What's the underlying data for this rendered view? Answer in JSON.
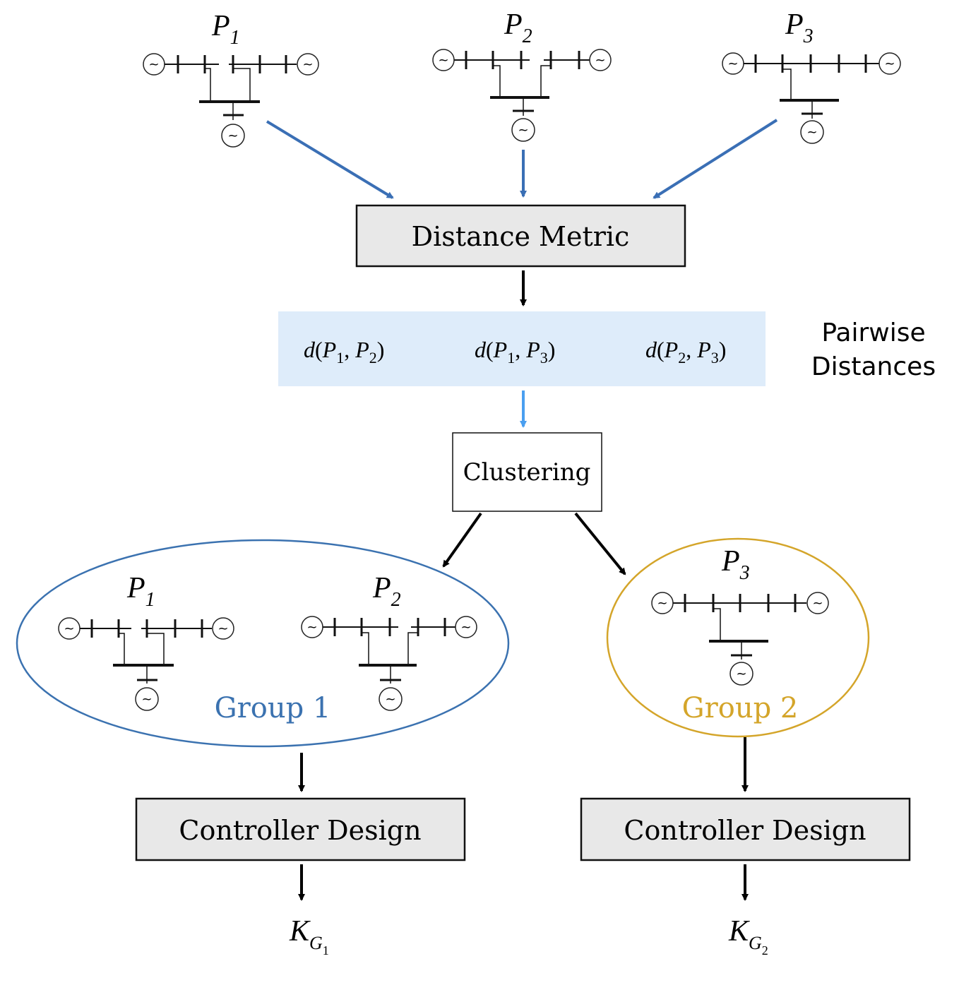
{
  "systems": {
    "top_left": {
      "letter": "P",
      "sub": "1"
    },
    "top_mid": {
      "letter": "P",
      "sub": "2"
    },
    "top_right": {
      "letter": "P",
      "sub": "3"
    },
    "group1_a": {
      "letter": "P",
      "sub": "1"
    },
    "group1_b": {
      "letter": "P",
      "sub": "2"
    },
    "group2_a": {
      "letter": "P",
      "sub": "3"
    }
  },
  "generator_symbol": "~",
  "distance_metric_label": "Distance Metric",
  "pairwise": {
    "items": [
      {
        "fn": "d",
        "a": "P",
        "a_sub": "1",
        "b": "P",
        "b_sub": "2"
      },
      {
        "fn": "d",
        "a": "P",
        "a_sub": "1",
        "b": "P",
        "b_sub": "3"
      },
      {
        "fn": "d",
        "a": "P",
        "a_sub": "2",
        "b": "P",
        "b_sub": "3"
      }
    ],
    "side_label_line1": "Pairwise",
    "side_label_line2": "Distances"
  },
  "clustering_label": "Clustering",
  "groups": [
    {
      "label": "Group 1",
      "color": "#3b72b0"
    },
    {
      "label": "Group 2",
      "color": "#d4a52a"
    }
  ],
  "controllers": [
    {
      "label": "Controller Design",
      "output": "K",
      "output_sub": "G",
      "output_subsub": "1"
    },
    {
      "label": "Controller Design",
      "output": "K",
      "output_sub": "G",
      "output_subsub": "2"
    }
  ],
  "colors": {
    "blue_arrow": "#3a6fb5",
    "light_blue_arrow": "#4a9ff0",
    "box_fill": "#e8e8e8",
    "pairwise_fill": "#deecfa"
  }
}
